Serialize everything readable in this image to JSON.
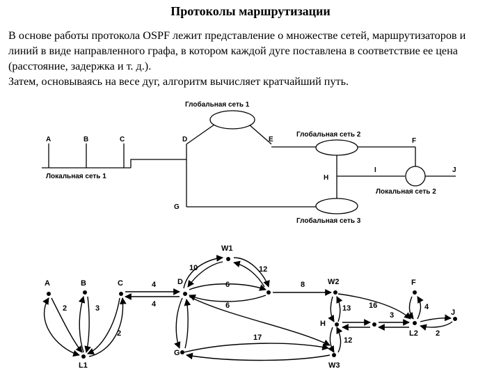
{
  "title": "Протоколы маршрутизации",
  "paragraphs": [
    "В основе работы протокола OSPF лежит представление о множестве сетей, маршрутизаторов и линий в виде направленного графа, в котором каждой дуге поставлена в соответствие ее цена (расстояние, задержка и т. д.).",
    "Затем, основываясь на весе дуг, алгоритм вычисляет кратчайший путь."
  ],
  "network_diagram": {
    "nodes": {
      "A": "A",
      "B": "B",
      "C": "C",
      "D": "D",
      "E": "E",
      "F": "F",
      "G": "G",
      "H": "H",
      "I": "I",
      "J": "J"
    },
    "networks": {
      "global1": "Глобальная сеть 1",
      "global2": "Глобальная сеть 2",
      "global3": "Глобальная сеть 3",
      "local1": "Локальная сеть 1",
      "local2": "Локальная сеть 2"
    }
  },
  "graph_diagram": {
    "nodes": {
      "A": "A",
      "B": "B",
      "C": "C",
      "D": "D",
      "W1": "W1",
      "W2": "W2",
      "F": "F",
      "H": "H",
      "G": "G",
      "L1": "L1",
      "L2": "L2",
      "W3": "W3",
      "J": "J"
    },
    "weights": {
      "a_l1": "2",
      "b_l1": "3",
      "c_l1": "2",
      "c_d": "4",
      "d_c": "4",
      "d_w1": "10",
      "w1_e": "12",
      "d_e_upper": "6",
      "d_e_lower": "6",
      "e_w2": "8",
      "w2_h": "13",
      "h_w3": "12",
      "h_l2_top": "16",
      "h_l2_mid": "3",
      "f_l2": "4",
      "l2_j": "2",
      "g_w3": "17"
    }
  }
}
